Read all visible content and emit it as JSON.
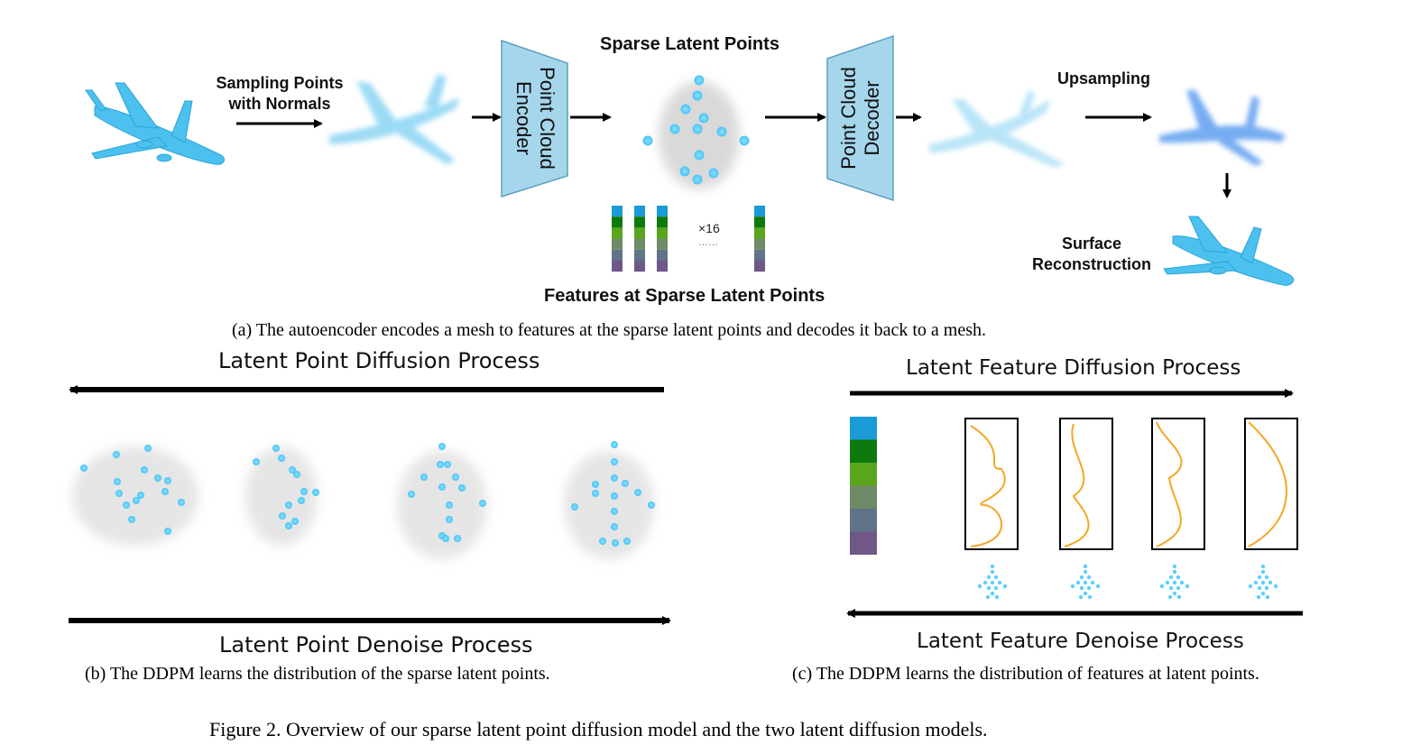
{
  "labels": {
    "sampling_line1": "Sampling Points",
    "sampling_line2": "with Normals",
    "encoder_line1": "Point Cloud",
    "encoder_line2": "Encoder",
    "sparse_latent_points": "Sparse Latent Points",
    "decoder_line1": "Point Cloud",
    "decoder_line2": "Decoder",
    "upsampling": "Upsampling",
    "surface_line1": "Surface",
    "surface_line2": "Reconstruction",
    "times16": "×16",
    "ellipsis": "……",
    "features_at_sparse": "Features at Sparse Latent Points"
  },
  "captions": {
    "a": "(a) The autoencoder encodes a mesh to features at the sparse latent points and decodes it back to a mesh.",
    "b": "(b) The DDPM learns the distribution of the sparse latent points.",
    "c": "(c) The DDPM learns the distribution of features at latent points.",
    "figure": "Figure 2. Overview of our sparse latent point diffusion model and the two latent diffusion models."
  },
  "processes": {
    "latent_point_diffusion": "Latent Point Diffusion Process",
    "latent_point_denoise": "Latent Point Denoise Process",
    "latent_feature_diffusion": "Latent Feature Diffusion Process",
    "latent_feature_denoise": "Latent Feature Denoise Process"
  },
  "feature_colors": [
    "#1a9ad6",
    "#0e7a0e",
    "#5aa41e",
    "#6e8a66",
    "#5f7488",
    "#6f5788"
  ],
  "colors": {
    "point_blue": "#5ccfff",
    "mesh_blue": "#4cc0ee",
    "trapezoid_fill": "#a6d6ec",
    "curve_orange": "#f5a623"
  }
}
